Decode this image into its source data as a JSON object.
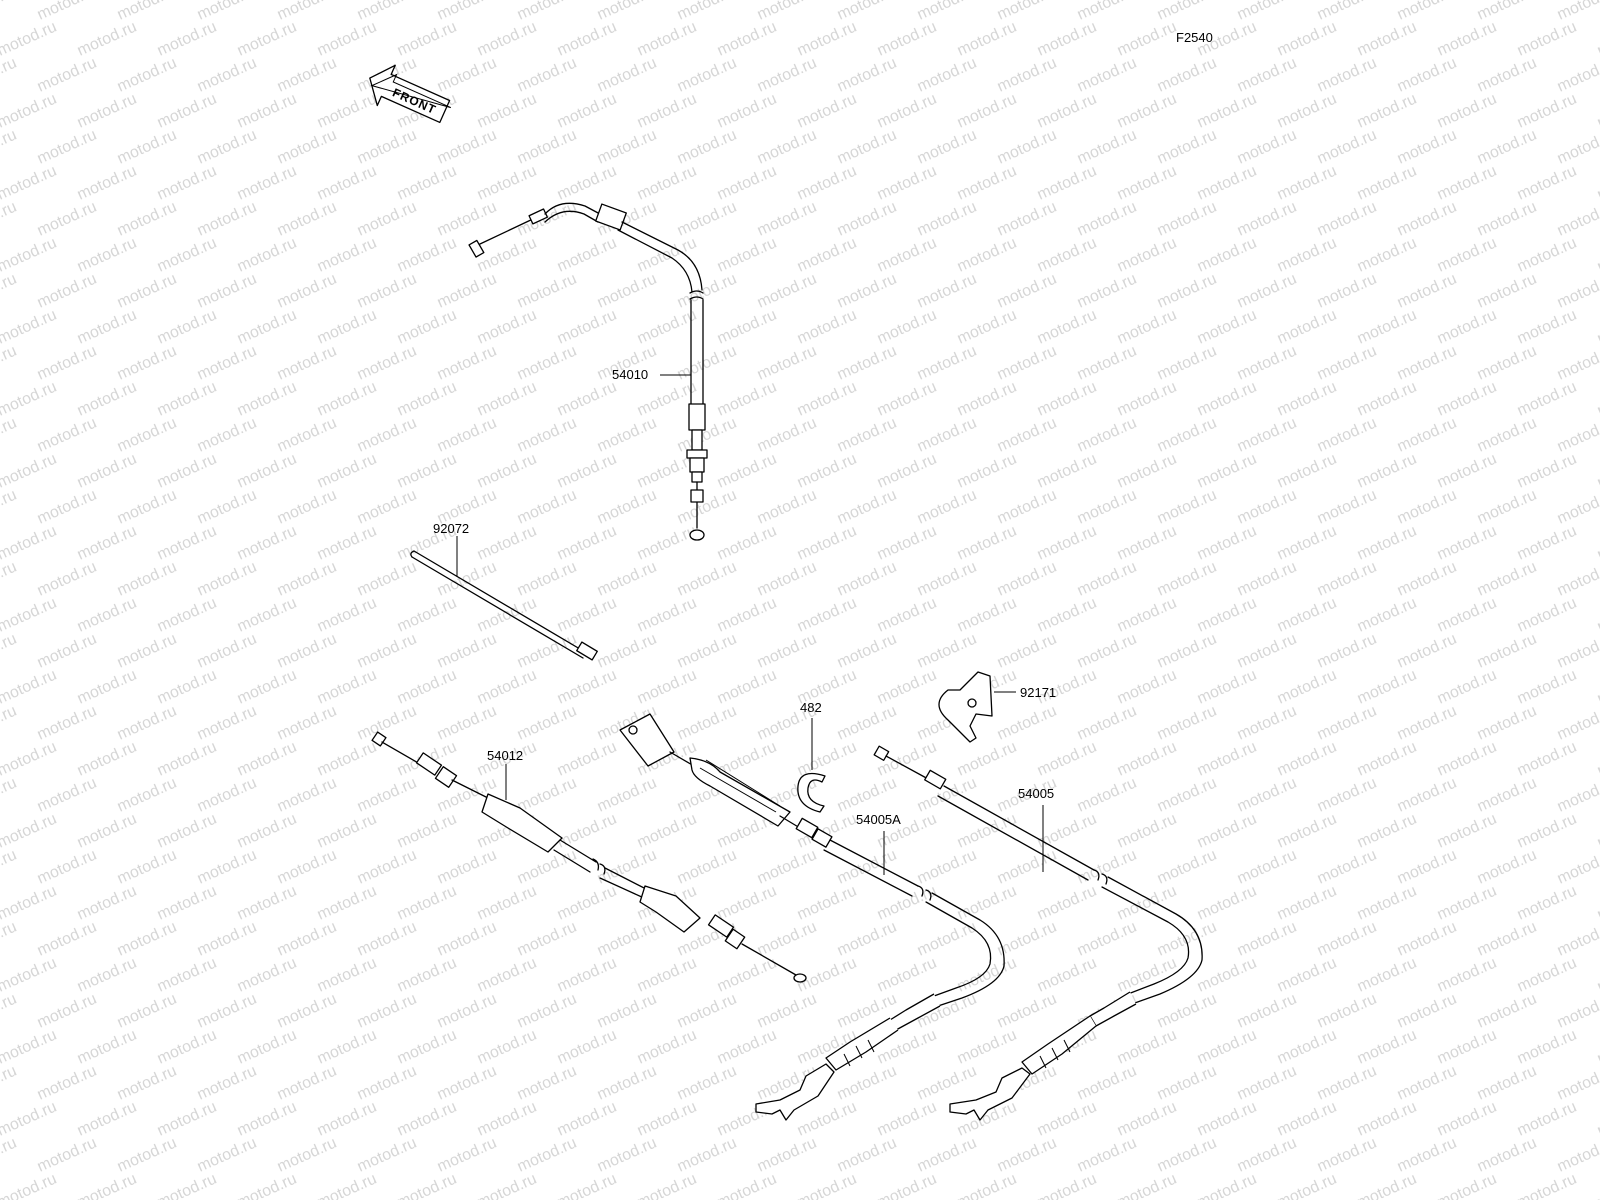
{
  "diagram": {
    "code": "F2540",
    "watermark": "motod.ru",
    "front_label": "FRONT",
    "parts": [
      {
        "id": "54010",
        "label": "54010"
      },
      {
        "id": "92072",
        "label": "92072"
      },
      {
        "id": "482",
        "label": "482"
      },
      {
        "id": "92171",
        "label": "92171"
      },
      {
        "id": "54012",
        "label": "54012"
      },
      {
        "id": "54005A",
        "label": "54005A"
      },
      {
        "id": "54005",
        "label": "54005"
      }
    ]
  }
}
